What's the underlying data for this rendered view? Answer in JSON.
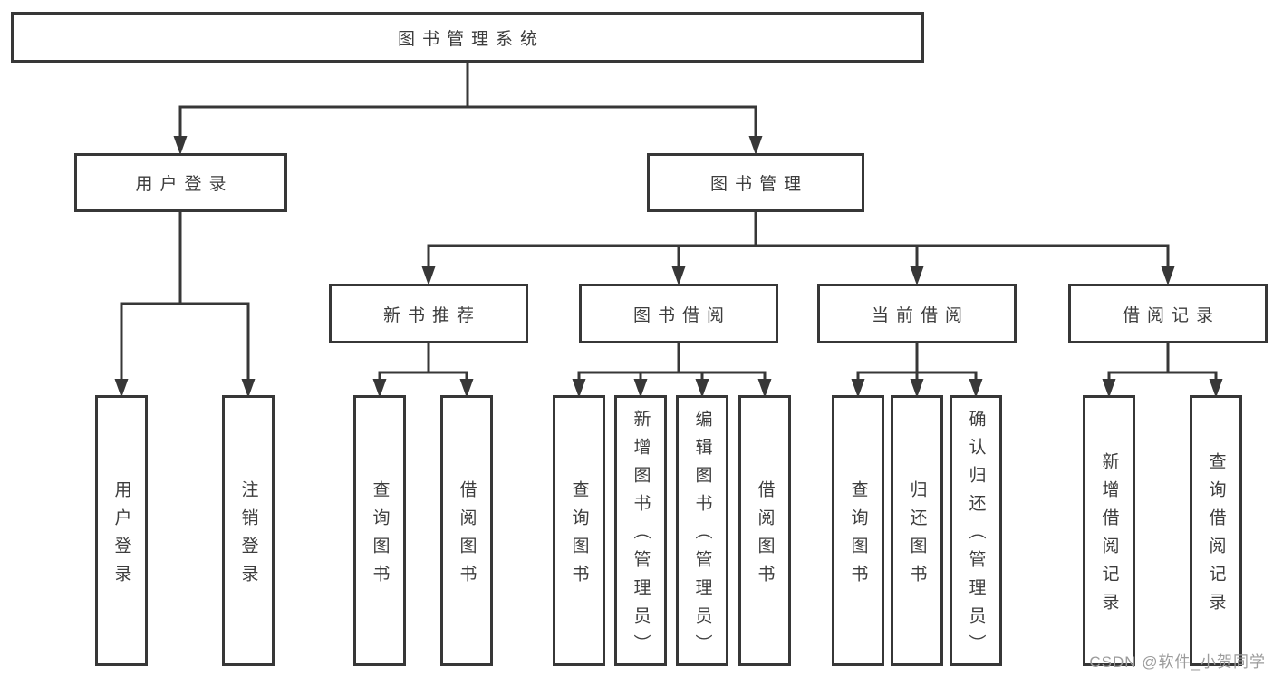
{
  "diagram": {
    "root": {
      "label": "图书管理系统"
    },
    "level2": [
      {
        "label": "用户登录"
      },
      {
        "label": "图书管理"
      }
    ],
    "level3": [
      {
        "label": "新书推荐"
      },
      {
        "label": "图书借阅"
      },
      {
        "label": "当前借阅"
      },
      {
        "label": "借阅记录"
      }
    ],
    "leaves": {
      "user_login": [
        {
          "label": "用户登录"
        },
        {
          "label": "注销登录"
        }
      ],
      "new_book_recommend": [
        {
          "label": "查询图书"
        },
        {
          "label": "借阅图书"
        }
      ],
      "book_borrow": [
        {
          "label": "查询图书"
        },
        {
          "label": "新增图书（管理员）"
        },
        {
          "label": "编辑图书（管理员）"
        },
        {
          "label": "借阅图书"
        }
      ],
      "current_borrow": [
        {
          "label": "查询图书"
        },
        {
          "label": "归还图书"
        },
        {
          "label": "确认归还（管理员）"
        }
      ],
      "borrow_records": [
        {
          "label": "新增借阅记录"
        },
        {
          "label": "查询借阅记录"
        }
      ]
    }
  },
  "watermark": {
    "text": "CSDN @软件_小贺同学"
  },
  "colors": {
    "line": "#373737",
    "text": "#3d3d3d",
    "background": "#ffffff",
    "watermark": "#9b9b9b"
  }
}
